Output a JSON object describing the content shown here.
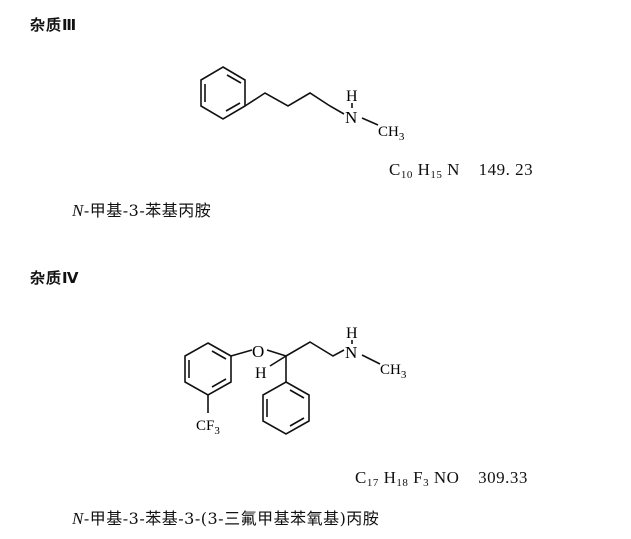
{
  "impurity_3": {
    "heading": "杂质Ⅲ",
    "structure": {
      "atom_H": "H",
      "atom_N": "N",
      "group_CH3": "CH3"
    },
    "formula": {
      "c": "C",
      "c_n": "10",
      "h": "H",
      "h_n": "15",
      "n": "N",
      "mw": "149. 23"
    },
    "name_italic": "N",
    "name_rest": "-甲基-3-苯基丙胺"
  },
  "impurity_4": {
    "heading": "杂质Ⅳ",
    "structure": {
      "atom_O": "O",
      "atom_H_chiral": "H",
      "atom_H": "H",
      "atom_N": "N",
      "group_CH3": "CH3",
      "group_CF3": "CF3"
    },
    "formula": {
      "c": "C",
      "c_n": "17",
      "h": "H",
      "h_n": "18",
      "f": "F",
      "f_n": "3",
      "rest": "NO",
      "mw": "309.33"
    },
    "name_italic": "N",
    "name_rest": "-甲基-3-苯基-3-(3-三氟甲基苯氧基)丙胺"
  }
}
